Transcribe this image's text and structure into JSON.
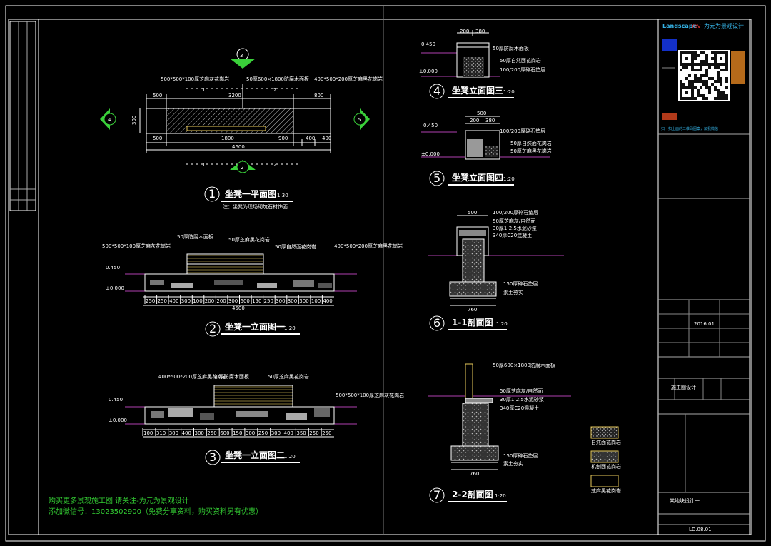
{
  "title_block": {
    "logo_text": "Landscape",
    "logo_accent": "Yev",
    "logo_cn": "为元为景观设计",
    "qr_note": "扫一扫上面的二维码图案，加我微信",
    "date": "2016.01",
    "sheet_label": "施工图设计",
    "drawing_no": "LD.08.01",
    "bottom_label": "某地块设计一"
  },
  "promo": {
    "line1": "购买更多景观施工图 请关注-为元为景观设计",
    "line2": "添加微信号：13023502900（免费分享资料，购买资料另有优惠）"
  },
  "labels": {
    "plan": "坐凳一平面图",
    "plan_scale": "1:30",
    "plan_note": "注：坐凳为现场砌筑石材饰面",
    "elev1": "坐凳一立面图一",
    "elev1_scale": "1:20",
    "elev2": "坐凳一立面图二",
    "elev2_scale": "1:20",
    "elev3": "坐凳立面图三",
    "elev3_scale": "1:20",
    "elev4": "坐凳立面图四",
    "elev4_scale": "1:20",
    "sec11": "1-1剖面图",
    "sec11_scale": "1:20",
    "sec22": "2-2剖面图",
    "sec22_scale": "1:20"
  },
  "markers": {
    "n1": "1",
    "n2": "2",
    "n3": "3",
    "n4": "4",
    "n5": "5",
    "n6": "6",
    "n7": "7",
    "cut1": "1",
    "cut2": "2"
  },
  "dims": {
    "plan_top": [
      "500",
      "3200",
      "800"
    ],
    "plan_bottom": [
      "500",
      "1800",
      "900",
      "400",
      "400"
    ],
    "plan_total": "4600",
    "plan_height": "300",
    "elev1_row": [
      "250",
      "250",
      "400",
      "300",
      "100",
      "200",
      "200",
      "300",
      "600",
      "150",
      "250",
      "300",
      "300",
      "300",
      "100",
      "400"
    ],
    "elev1_total": "4500",
    "elev2_row": [
      "100",
      "310",
      "300",
      "400",
      "300",
      "250",
      "600",
      "150",
      "300",
      "250",
      "300",
      "400",
      "350",
      "250",
      "250"
    ],
    "elev_level_a": "0.450",
    "elev_level_b": "±0.000",
    "sec_width": "760",
    "sec_top": "500",
    "elev3_top": [
      "200",
      "380"
    ],
    "elev4_top": [
      "500",
      "200",
      "380"
    ]
  },
  "notes": {
    "plan_l": "500*500*100厚芝麻灰花岗岩",
    "plan_m": "50厚600×1800防腐木面板",
    "plan_r": "400*500*200厚芝麻黑花岗岩",
    "e1_a": "50厚防腐木面板",
    "e1_b": "50厚芝麻黑花岗岩",
    "e1_c": "50厚自然面花岗岩",
    "s_1": "100/200厚碎石垫层",
    "s_2": "50厚芝麻灰/自然面",
    "s_3": "30厚1:2.5水泥砂浆",
    "s_4": "340厚C20混凝土",
    "s_5": "150厚碎石垫层",
    "s_6": "素土夯实",
    "legend_1": "自然面花岗岩",
    "legend_2": "机刨面花岗岩",
    "legend_3": "芝麻黑花岗岩"
  },
  "colors": {
    "line": "#ffffff",
    "accent": "#3ad03a",
    "magenta": "#b040b0",
    "wood": "#e6c85a",
    "stone": "#9a9a9a",
    "promo_text": "#33cc33"
  }
}
